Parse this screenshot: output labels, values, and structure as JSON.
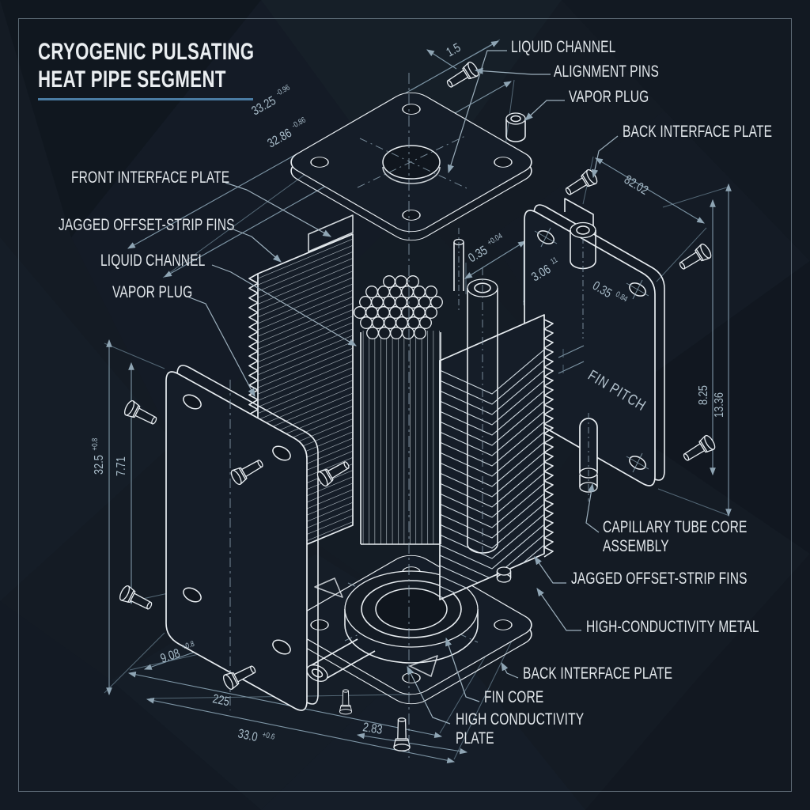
{
  "title": {
    "line1": "CRYOGENIC PULSATING",
    "line2": "HEAT PIPE SEGMENT"
  },
  "labels": {
    "front_interface_plate": "FRONT INTERFACE PLATE",
    "jagged_fins_left": "JAGGED OFFSET-STRIP FINS",
    "liquid_channel_left": "LIQUID CHANNEL",
    "vapor_plug_left": "VAPOR PLUG",
    "liquid_channel_top": "LIQUID CHANNEL",
    "alignment_pins": "ALIGNMENT PINS",
    "vapor_plug_top": "VAPOR PLUG",
    "back_interface_plate_top": "BACK INTERFACE PLATE",
    "capillary_line1": "CAPILLARY TUBE CORE",
    "capillary_line2": "ASSEMBLY",
    "jagged_fins_right": "JAGGED OFFSET-STRIP FINS",
    "high_conductivity_metal": "HIGH-CONDUCTIVITY METAL",
    "back_interface_plate_bottom": "BACK INTERFACE PLATE",
    "fin_core": "FIN CORE",
    "high_conductivity_plate_line1": "HIGH CONDUCTIVITY",
    "high_conductivity_plate_line2": "PLATE",
    "fin_pitch": "FIN PITCH"
  },
  "dimensions": {
    "plate_width_outer": {
      "value": "33.25",
      "tol": "-0.96"
    },
    "plate_width_inner": {
      "value": "32.86",
      "tol": "-0.86"
    },
    "pin_offset": {
      "value": "1.5",
      "tol": ""
    },
    "back_plate_diagonal": {
      "value": "82.02",
      "tol": ""
    },
    "channel_gap_left": {
      "value": "0.35",
      "tol": "+0.04"
    },
    "plug_spacing": {
      "value": "3.06",
      "tol": "11"
    },
    "channel_gap_right": {
      "value": "0.35",
      "tol": "0.84"
    },
    "plate_height_inner": {
      "value": "8.25",
      "tol": ""
    },
    "plate_height_outer": {
      "value": "13.36",
      "tol": ""
    },
    "front_plate_height": {
      "value": "32.5",
      "tol": "+0.8"
    },
    "front_plate_inner": {
      "value": "7.71",
      "tol": ""
    },
    "base_offset": {
      "value": "9.08",
      "tol": "+0.8"
    },
    "base_width": {
      "value": "225",
      "tol": ""
    },
    "base_width_outer": {
      "value": "33.0",
      "tol": "+0.6"
    },
    "base_thickness": {
      "value": "2.83",
      "tol": ""
    }
  },
  "colors": {
    "background": "#141b24",
    "line": "#e8edf1",
    "dimension": "#7e96a6",
    "label": "#e2e7eb",
    "accent_underline": "#4a7ca3"
  }
}
